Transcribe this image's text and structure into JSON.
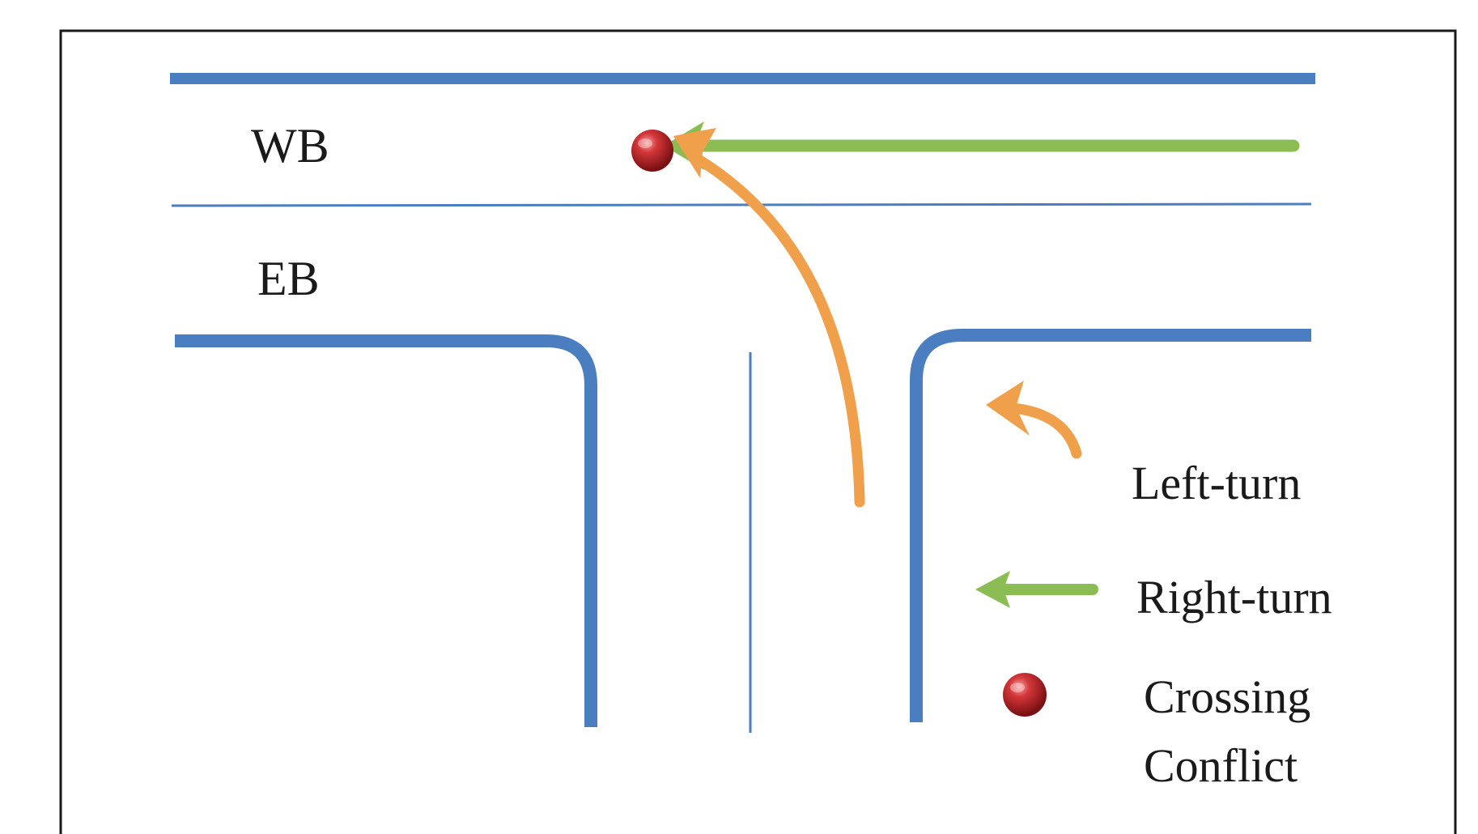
{
  "diagram": {
    "roads": {
      "westbound_label": "WB",
      "eastbound_label": "EB"
    },
    "legend": {
      "left_turn_label": "Left-turn",
      "right_turn_label": "Right-turn",
      "conflict_label_line1": "Crossing",
      "conflict_label_line2": "Conflict"
    },
    "colors": {
      "road": "#4a7ec1",
      "left_turn": "#f0a04b",
      "right_turn": "#8cbd54",
      "conflict_point": "#c0282a",
      "frame": "#1a1a1a"
    }
  }
}
